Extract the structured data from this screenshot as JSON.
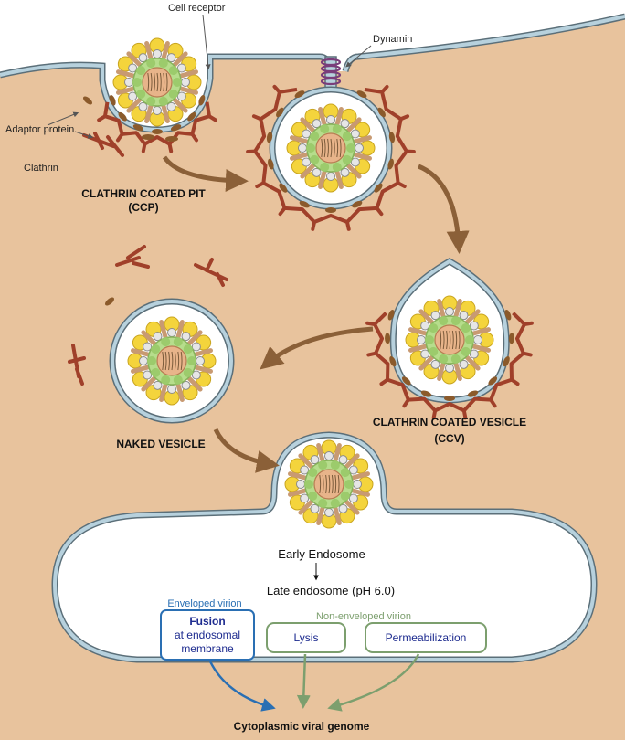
{
  "labels": {
    "cell_receptor": "Cell receptor",
    "dynamin": "Dynamin",
    "adaptor_protein": "Adaptor protein",
    "clathrin": "Clathrin",
    "ccp_line1": "CLATHRIN COATED PIT",
    "ccp_line2": "(CCP)",
    "ccv_line1": "CLATHRIN COATED VESICLE",
    "ccv_line2": "(CCV)",
    "naked_vesicle": "NAKED VESICLE",
    "early_endosome": "Early Endosome",
    "late_endosome": "Late endosome (pH 6.0)",
    "enveloped_virion": "Enveloped virion",
    "non_enveloped_virion": "Non-enveloped virion",
    "fusion_title": "Fusion",
    "fusion_line2": "at endosomal",
    "fusion_line3": "membrane",
    "lysis": "Lysis",
    "permeabilization": "Permeabilization",
    "cytoplasmic_genome": "Cytoplasmic viral genome"
  },
  "colors": {
    "cytoplasm": "#e8c39d",
    "membrane": "#b7d1dd",
    "membrane_edge": "#5b6f79",
    "clathrin": "#a0402a",
    "adaptor": "#8b5a2b",
    "spike_gold": "#f4d43c",
    "capsid_green": "#b6dd8c",
    "core": "#e8b48a",
    "flow_arrow": "#8b6038",
    "blue_accent": "#2a6fb3",
    "green_accent": "#7c9f6e"
  }
}
